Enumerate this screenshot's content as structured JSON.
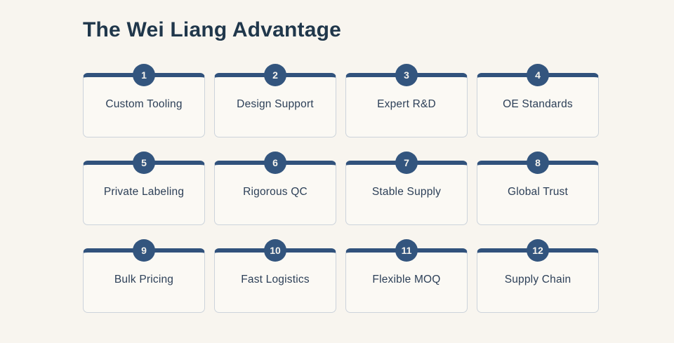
{
  "page": {
    "title": "The Wei Liang Advantage",
    "background_color": "#f8f5ef",
    "accent_color": "#33557e",
    "card_background_color": "#fbf9f4",
    "card_border_color": "#ccd3db",
    "title_color": "#20374b",
    "label_color": "#2c3f57"
  },
  "advantages": [
    {
      "number": "1",
      "label": "Custom Tooling"
    },
    {
      "number": "2",
      "label": "Design Support"
    },
    {
      "number": "3",
      "label": "Expert R&D"
    },
    {
      "number": "4",
      "label": "OE Standards"
    },
    {
      "number": "5",
      "label": "Private Labeling"
    },
    {
      "number": "6",
      "label": "Rigorous QC"
    },
    {
      "number": "7",
      "label": "Stable Supply"
    },
    {
      "number": "8",
      "label": "Global Trust"
    },
    {
      "number": "9",
      "label": "Bulk Pricing"
    },
    {
      "number": "10",
      "label": "Fast Logistics"
    },
    {
      "number": "11",
      "label": "Flexible MOQ"
    },
    {
      "number": "12",
      "label": "Supply Chain"
    }
  ]
}
